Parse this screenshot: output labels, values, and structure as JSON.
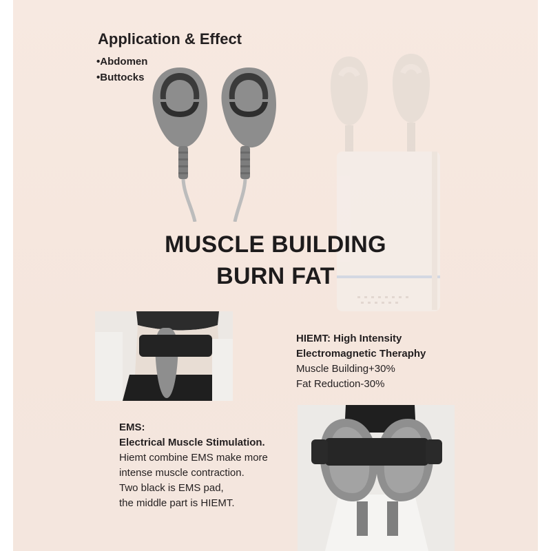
{
  "colors": {
    "background": "#f6e8e0",
    "text": "#231f20",
    "device_grey": "#8f8f8f",
    "pad_black": "#2a2a2a"
  },
  "application": {
    "title": "Application & Effect",
    "items": [
      "Abdomen",
      "Buttocks"
    ]
  },
  "headline": {
    "line1": "MUSCLE BUILDING",
    "line2": "BURN FAT"
  },
  "hiemt": {
    "title_line1": "HIEMT: High Intensity",
    "title_line2": "Electromagnetic Theraphy",
    "stat1": "Muscle Building+30%",
    "stat2": "Fat Reduction-30%"
  },
  "ems": {
    "label": "EMS:",
    "full_name": "Electrical Muscle Stimulation.",
    "line1": "Hiemt combine EMS make more",
    "line2": "intense muscle contraction.",
    "line3": "Two black is EMS pad,",
    "line4": "the middle part is HIEMT."
  }
}
